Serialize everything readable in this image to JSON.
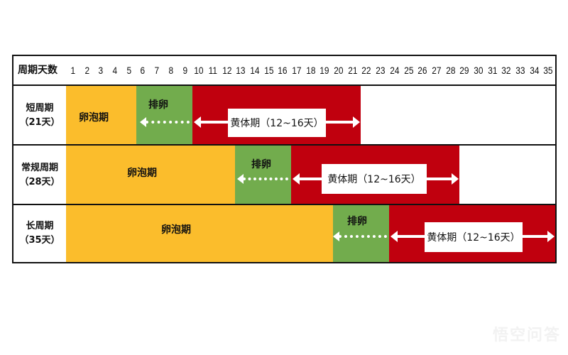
{
  "header": {
    "label": "周期天数",
    "days": [
      "1",
      "2",
      "3",
      "4",
      "5",
      "6",
      "7",
      "8",
      "9",
      "10",
      "11",
      "12",
      "13",
      "14",
      "15",
      "16",
      "17",
      "18",
      "19",
      "20",
      "21",
      "22",
      "23",
      "24",
      "25",
      "26",
      "27",
      "28",
      "29",
      "30",
      "31",
      "32",
      "33",
      "34",
      "35"
    ]
  },
  "rows": [
    {
      "name": "短周期",
      "length": "（21天）",
      "follicle": {
        "label": "卵泡期",
        "start": 1,
        "end": 5
      },
      "ovulation": {
        "label": "排卵",
        "start": 6,
        "end": 9
      },
      "luteal": {
        "label": "黄体期（12~16天）",
        "start": 10,
        "end": 21
      }
    },
    {
      "name": "常规周期",
      "length": "（28天）",
      "follicle": {
        "label": "卵泡期",
        "start": 1,
        "end": 12
      },
      "ovulation": {
        "label": "排卵",
        "start": 13,
        "end": 16
      },
      "luteal": {
        "label": "黄体期（12~16天）",
        "start": 17,
        "end": 28
      }
    },
    {
      "name": "长周期",
      "length": "（35天）",
      "follicle": {
        "label": "卵泡期",
        "start": 1,
        "end": 19
      },
      "ovulation": {
        "label": "排卵",
        "start": 20,
        "end": 23
      },
      "luteal": {
        "label": "黄体期（12~16天）",
        "start": 24,
        "end": 35
      }
    }
  ],
  "colors": {
    "follicle": "#fbbd2c",
    "ovulation": "#72ac4d",
    "luteal": "#c0000e"
  },
  "watermark": "悟空问答"
}
